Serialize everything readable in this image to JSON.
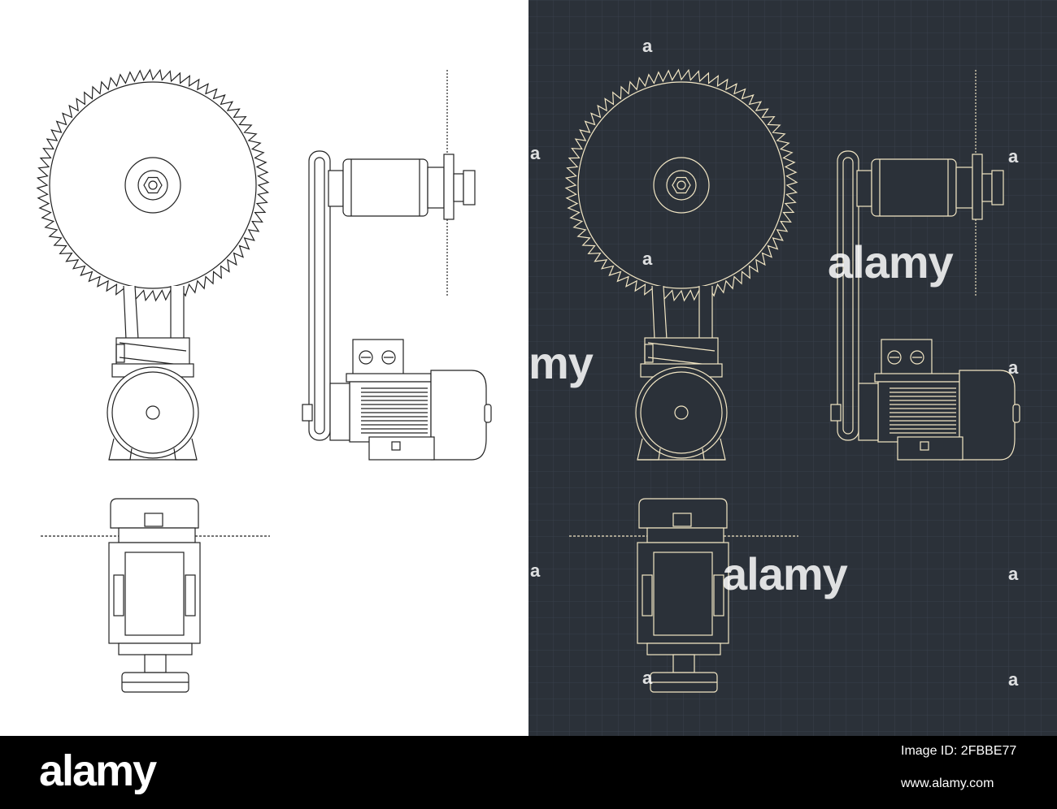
{
  "theme": {
    "light_bg": "#ffffff",
    "light_line": "#222222",
    "dark_bg": "#2b3139",
    "dark_grid": "#3a4350",
    "dark_line": "#f2e6c4",
    "footer_bg": "#000000",
    "footer_text": "#ffffff"
  },
  "panels": [
    {
      "name": "light-blueprint-panel",
      "variant": "light"
    },
    {
      "name": "dark-blueprint-panel",
      "variant": "dark"
    }
  ],
  "views": [
    "front-view",
    "side-view",
    "top-view"
  ],
  "saw_blade": {
    "tooth_count": 72
  },
  "watermark": {
    "brand": "alamy",
    "fragment_left": "my",
    "fragment_a": "a"
  },
  "footer": {
    "logo": "alamy",
    "image_id": "Image ID: 2FBBE77",
    "website": "www.alamy.com"
  }
}
